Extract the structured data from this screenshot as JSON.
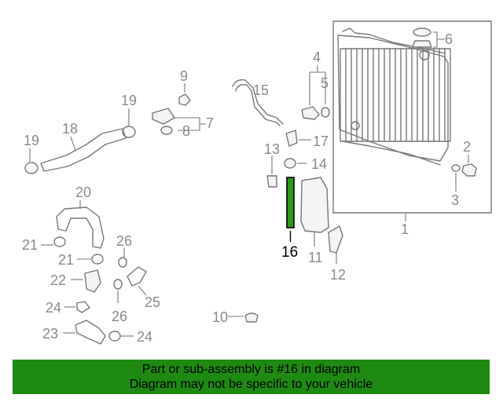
{
  "callouts": {
    "c1": "1",
    "c2": "2",
    "c3": "3",
    "c4": "4",
    "c5": "5",
    "c6": "6",
    "c7": "7",
    "c8": "8",
    "c9": "9",
    "c10": "10",
    "c11": "11",
    "c12": "12",
    "c13": "13",
    "c14": "14",
    "c15": "15",
    "c16": "16",
    "c17": "17",
    "c18": "18",
    "c19a": "19",
    "c19b": "19",
    "c20": "20",
    "c21a": "21",
    "c21b": "21",
    "c22": "22",
    "c23": "23",
    "c24a": "24",
    "c24b": "24",
    "c25": "25",
    "c26a": "26",
    "c26b": "26"
  },
  "highlight": {
    "part_number": "16",
    "color": "#1f8a12"
  },
  "banner": {
    "line1": "Part or sub-assembly is #16 in diagram",
    "line2": "Diagram may not be specific to your vehicle",
    "background": "#1f8a12"
  }
}
